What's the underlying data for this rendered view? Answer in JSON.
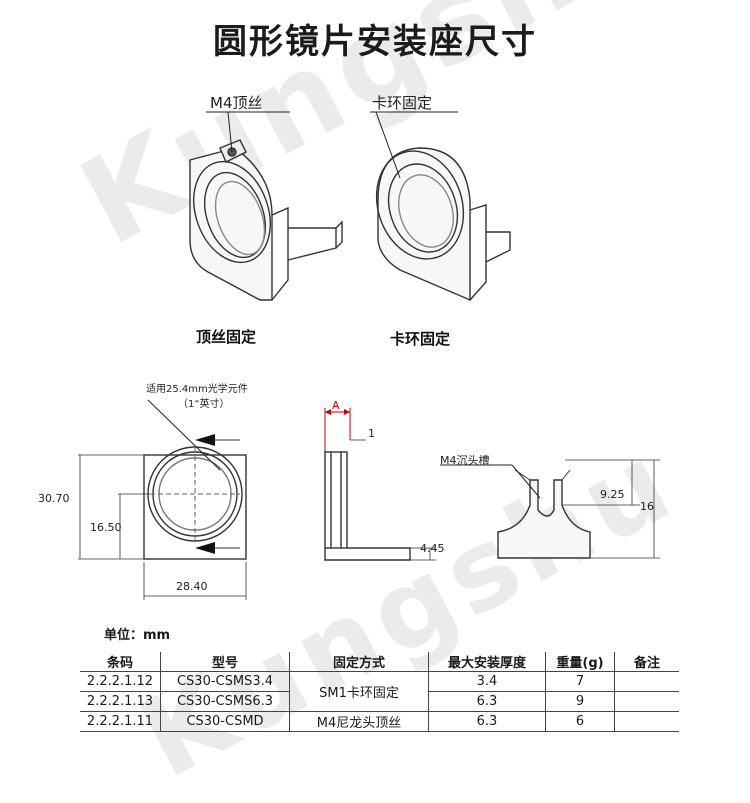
{
  "title": "圆形镜片安装座尺寸",
  "watermark": "Kungshu",
  "top_views": {
    "left": {
      "callout": "M4顶丝",
      "caption": "顶丝固定"
    },
    "right": {
      "callout": "卡环固定",
      "caption": "卡环固定"
    }
  },
  "drawing": {
    "front_note_line1": "适用25.4mm光学元件",
    "front_note_line2": "（1“英寸）",
    "dim_height": "30.70",
    "dim_center": "16.50",
    "dim_width": "28.40",
    "side_label_a": "A",
    "side_dim_1": "1",
    "side_dim_445": "4.45",
    "slot_label": "M4沉头槽",
    "dim_925": "9.25",
    "dim_16": "16"
  },
  "unit_label": "单位：mm",
  "table": {
    "headers": [
      "条码",
      "型号",
      "固定方式",
      "最大安装厚度",
      "重量(g)",
      "备注"
    ],
    "rows": [
      [
        "2.2.2.1.12",
        "CS30-CSMS3.4",
        "SM1卡环固定",
        "3.4",
        "7",
        ""
      ],
      [
        "2.2.2.1.13",
        "CS30-CSMS6.3",
        "",
        "6.3",
        "9",
        ""
      ],
      [
        "2.2.2.1.11",
        "CS30-CSMD",
        "M4尼龙头顶丝",
        "6.3",
        "6",
        ""
      ]
    ]
  }
}
